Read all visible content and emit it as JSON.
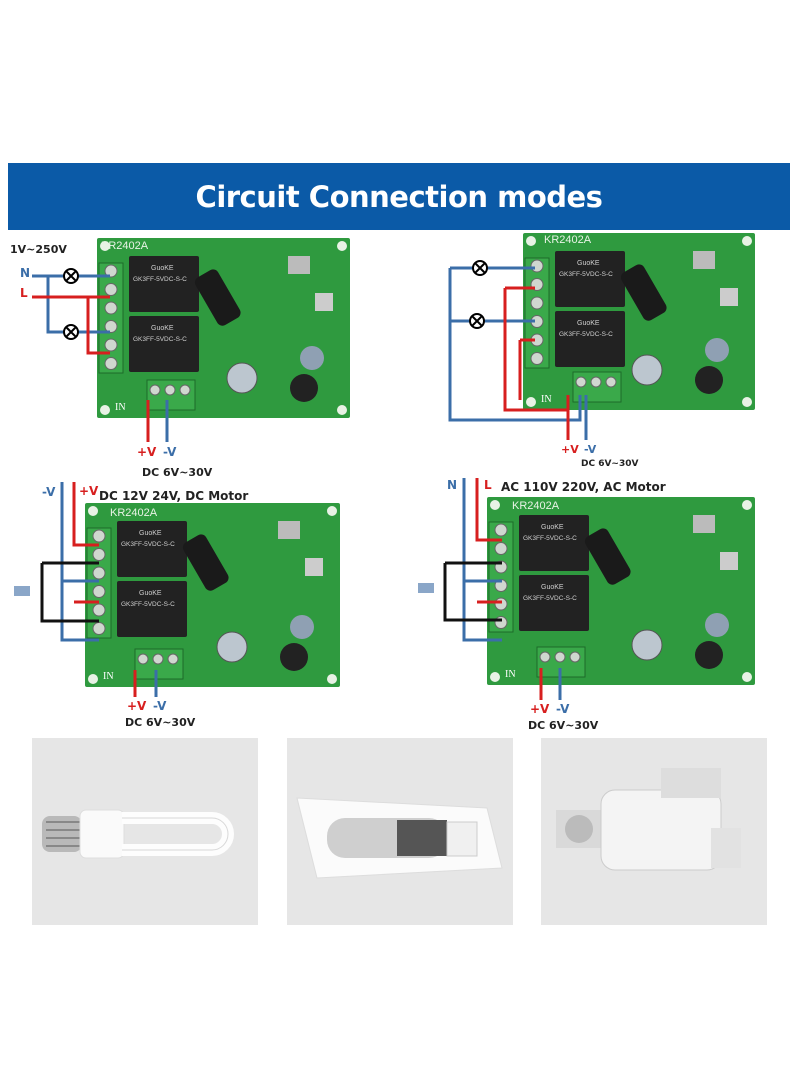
{
  "title": "Circuit Connection modes",
  "board_model": "KR2402A",
  "relay_brand": "GuoKE",
  "relay_part": "GK3FF-5VDC-S-C",
  "diagrams": [
    {
      "range_label": "1V~250V",
      "line_labels": [
        "N",
        "L"
      ],
      "power_labels": [
        "+V",
        "-V"
      ],
      "supply": "DC  6V~30V"
    },
    {
      "power_labels": [
        "+V",
        "-V"
      ],
      "supply": "DC  6V~30V"
    },
    {
      "load_label": "DC 12V 24V, DC Motor",
      "line_labels": [
        "-V",
        "+V"
      ],
      "power_labels": [
        "+V",
        "-V"
      ],
      "supply": "DC 6V~30V"
    },
    {
      "load_label": "AC 110V 220V, AC Motor",
      "line_labels": [
        "N",
        "L"
      ],
      "power_labels": [
        "+V",
        "-V"
      ],
      "supply": "DC 6V~30V"
    }
  ],
  "input_label": "IN",
  "photos": [
    "light-bulb",
    "tubular-motor",
    "curtain-motor"
  ],
  "colors": {
    "banner": "#0b5aa7",
    "board": "#2f9a3f",
    "wire_red": "#d71f1f",
    "wire_blue": "#3b6ea8"
  }
}
